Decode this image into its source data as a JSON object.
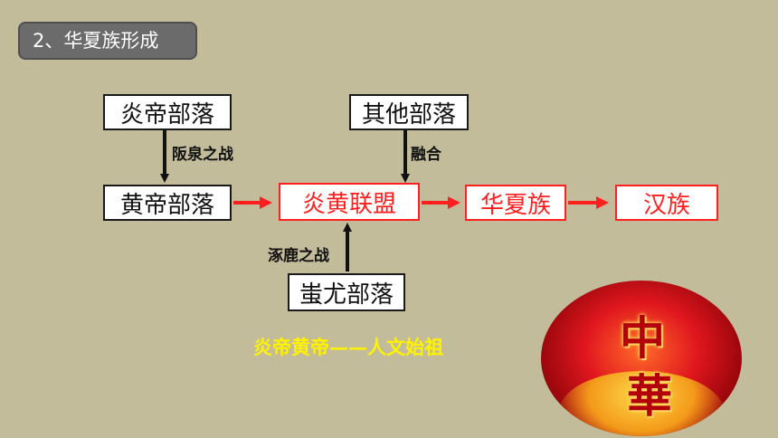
{
  "section_title": "2、华夏族形成",
  "nodes": {
    "yandi": "炎帝部落",
    "qita": "其他部落",
    "huangdi": "黄帝部落",
    "yanhuang": "炎黄联盟",
    "huaxia": "华夏族",
    "hanzu": "汉族",
    "chiyou": "蚩尤部落"
  },
  "edge_labels": {
    "banquan": "阪泉之战",
    "ronghe": "融合",
    "zhuolu": "涿鹿之战"
  },
  "slogan": "炎帝黄帝——人文始祖",
  "emblem": {
    "char_top": "中",
    "char_bottom": "華"
  },
  "colors": {
    "background": "#c3bc9a",
    "accent_red": "#ff1f1f",
    "slogan_yellow": "#fff200"
  }
}
